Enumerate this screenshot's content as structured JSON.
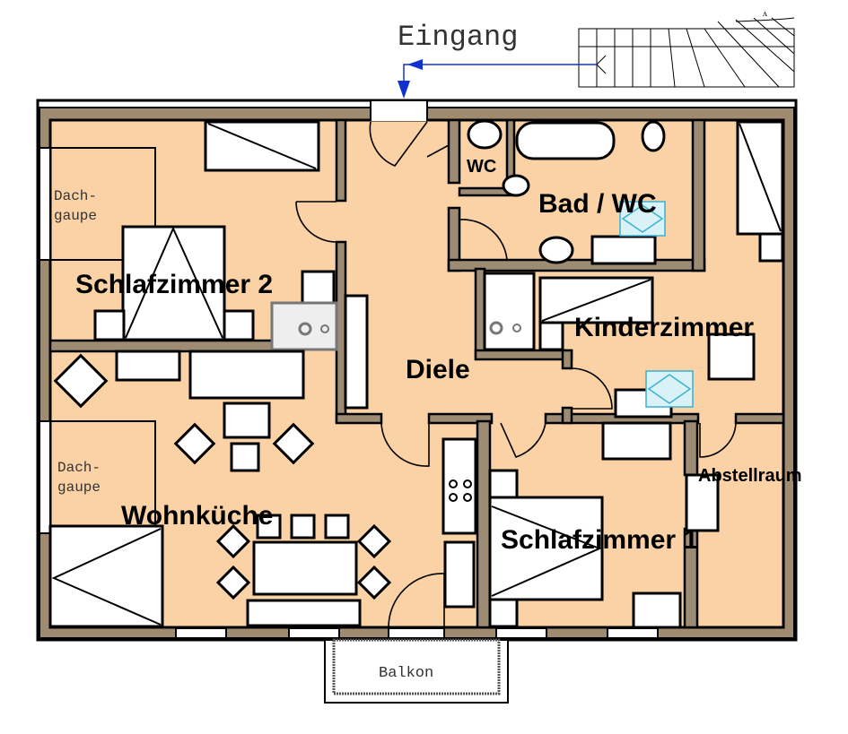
{
  "plan": {
    "entrance_label": "Eingang",
    "balcony_label": "Balkon",
    "rooms": {
      "schlafzimmer2": "Schlafzimmer 2",
      "diele": "Diele",
      "bad_wc": "Bad / WC",
      "wc": "WC",
      "kinderzimmer": "Kinderzimmer",
      "wohnkueche": "Wohnküche",
      "schlafzimmer1": "Schlafzimmer 1",
      "abstellraum": "Abstellraum"
    },
    "dormer_top": [
      "Dach-",
      "gaupe"
    ],
    "dormer_bottom": [
      "Dach-",
      "gaupe"
    ]
  },
  "colors": {
    "floor": "#fad2a5",
    "wall": "#9e8b73",
    "arrow": "#1030d0"
  }
}
